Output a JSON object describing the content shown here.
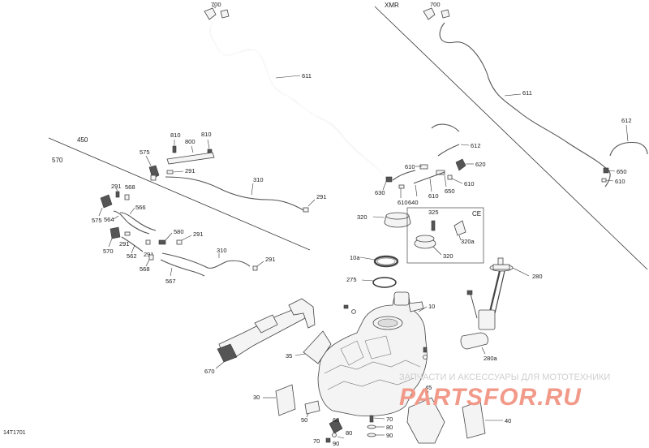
{
  "diagram": {
    "drawing_id": "14T1701",
    "sections": {
      "xmr": "XMR",
      "s450": "450",
      "s570": "570",
      "ce": "CE"
    },
    "watermark": {
      "caption": "ЗАПЧАСТИ И АКСЕССУАРЫ ДЛЯ МОТОТЕХНИКИ",
      "logo": "PARTSFOR.RU"
    },
    "callouts": {
      "c700a": "700",
      "c700b": "700",
      "c611a": "611",
      "c611b": "611",
      "c612a": "612",
      "c612b": "612",
      "c810a": "810",
      "c810b": "810",
      "c800": "800",
      "c575a": "575",
      "c291a": "291",
      "c310a": "310",
      "c291b": "291",
      "c291c": "291",
      "c568a": "568",
      "c566": "566",
      "c575b": "575",
      "c564": "564",
      "c291d": "291",
      "c570": "570",
      "c562": "562",
      "c291e": "291",
      "c580": "580",
      "c291f": "291",
      "c568b": "568",
      "c567": "567",
      "c310b": "310",
      "c291g": "291",
      "c630": "630",
      "c610a": "610",
      "c610b": "610",
      "c640": "640",
      "c610c": "610",
      "c650a": "650",
      "c610d": "610",
      "c620": "620",
      "c650b": "650",
      "c610e": "610",
      "c320a": "320",
      "c325": "325",
      "c320b": "320a",
      "c320c": "320",
      "c10a": "10a",
      "c275": "275",
      "c10": "10",
      "c280": "280",
      "c280a": "280a",
      "c35": "35",
      "c670": "670",
      "c30": "30",
      "c50": "50",
      "c45": "45",
      "c40": "40",
      "c60": "60",
      "c70a": "70",
      "c80a": "80",
      "c90a": "90",
      "c70b": "70",
      "c80b": "80",
      "c90b": "90"
    }
  }
}
